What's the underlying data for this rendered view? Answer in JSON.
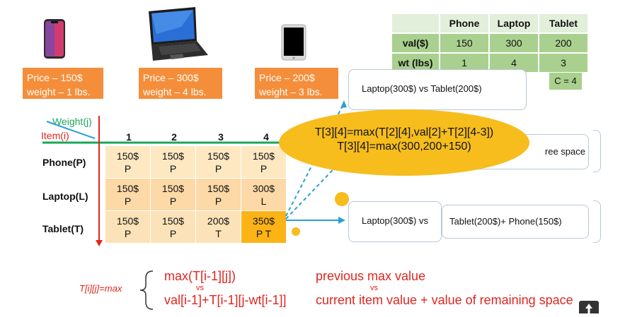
{
  "items": [
    {
      "price": "Price – 150$",
      "weight": "weight – 1 lbs."
    },
    {
      "price": "Price – 300$",
      "weight": "weight – 4 lbs."
    },
    {
      "price": "Price – 200$",
      "weight": "weight – 3 lbs."
    }
  ],
  "summary": {
    "headers": [
      "Phone",
      "Laptop",
      "Tablet"
    ],
    "rows": [
      {
        "label": "val($)",
        "values": [
          "150",
          "300",
          "200"
        ]
      },
      {
        "label": "wt (lbs)",
        "values": [
          "1",
          "4",
          "3"
        ]
      }
    ],
    "capacity": "C = 4"
  },
  "grid": {
    "weight_label": "Weight(j)",
    "item_label": "Item(i)",
    "columns": [
      "1",
      "2",
      "3",
      "4"
    ],
    "rows": [
      {
        "label": "Phone(P)",
        "cells": [
          [
            "150$",
            "P"
          ],
          [
            "150$",
            "P"
          ],
          [
            "150$",
            "P"
          ],
          [
            "150$",
            "P"
          ]
        ]
      },
      {
        "label": "Laptop(L)",
        "cells": [
          [
            "150$",
            "P"
          ],
          [
            "150$",
            "P"
          ],
          [
            "150$",
            "P"
          ],
          [
            "300$",
            "L"
          ]
        ]
      },
      {
        "label": "Tablet(T)",
        "cells": [
          [
            "150$",
            "P"
          ],
          [
            "150$",
            "P"
          ],
          [
            "200$",
            "T"
          ],
          [
            "350$",
            "P T"
          ]
        ]
      }
    ]
  },
  "bubble": {
    "line1": "T[3][4]=max(T[2][4],val[2]+T[2][4-3])",
    "line2": "T[3][4]=max(300,200+150)"
  },
  "compare_top": "Laptop(300$) vs Tablet(200$)",
  "compare_mid_tail": "ree space",
  "compare_bottom": {
    "left": "Laptop(300$) vs",
    "right": "Tablet(200$)+ Phone(150$)"
  },
  "formula": {
    "lhs": "T[i][j]=max",
    "opt1": "max(T[i-1][j])",
    "desc1": "previous max value",
    "vs": "vs",
    "opt2": "val[i-1]+T[i-1][j-wt[i-1]]",
    "desc2": "current item value + value of remaining space"
  },
  "colors": {
    "price_box": "#f58e3a",
    "highlight": "#fbb315",
    "bubble": "#f6bd1d",
    "accent_red": "#e0261f",
    "arrow_blue": "#2a9fd8",
    "weight_green": "#1aa75a"
  }
}
